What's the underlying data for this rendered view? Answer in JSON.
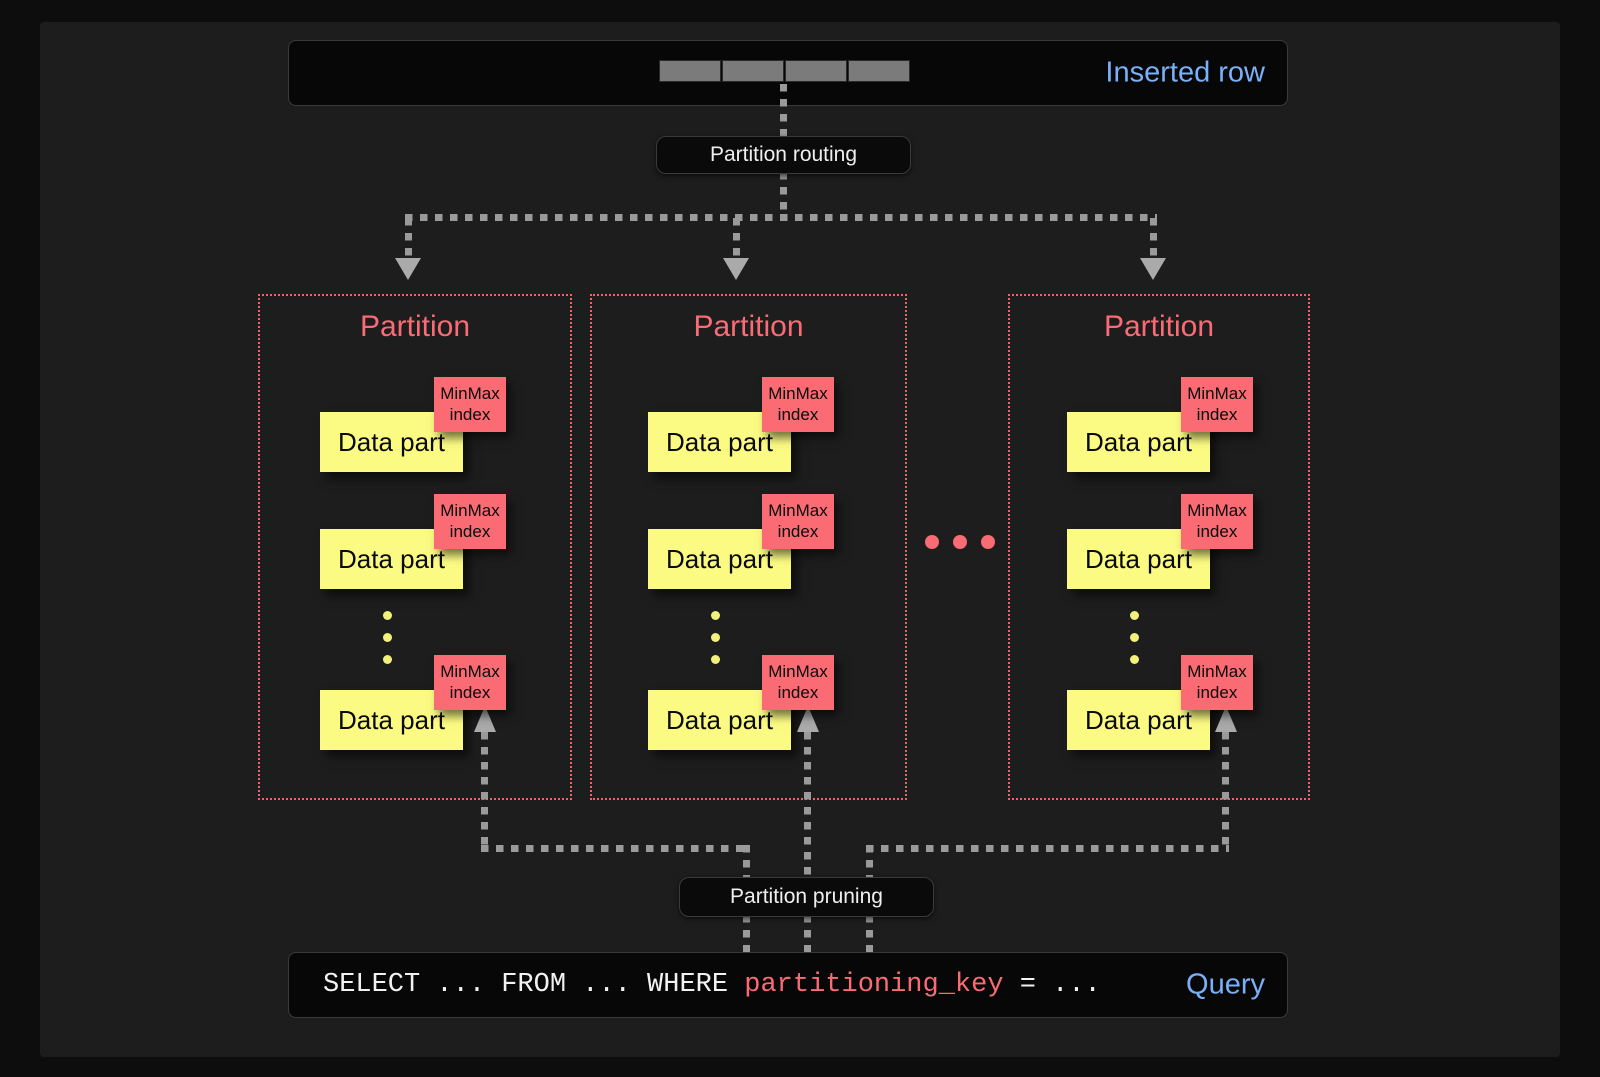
{
  "colors": {
    "background": "#0d0d0d",
    "plate": "#1d1d1d",
    "accent_blue": "#7ab0f7",
    "accent_red": "#fa6b74",
    "data_part_yellow": "#fbfb83",
    "connector_gray": "#9a9a9a"
  },
  "top": {
    "label": "Inserted row",
    "cells": [
      "",
      "",
      "",
      ""
    ]
  },
  "routing": {
    "label": "Partition routing"
  },
  "pruning": {
    "label": "Partition pruning"
  },
  "partitions": [
    {
      "title": "Partition",
      "parts": [
        {
          "label": "Data part",
          "index_line1": "MinMax",
          "index_line2": "index"
        },
        {
          "label": "Data part",
          "index_line1": "MinMax",
          "index_line2": "index"
        },
        {
          "label": "Data part",
          "index_line1": "MinMax",
          "index_line2": "index"
        }
      ]
    },
    {
      "title": "Partition",
      "parts": [
        {
          "label": "Data part",
          "index_line1": "MinMax",
          "index_line2": "index"
        },
        {
          "label": "Data part",
          "index_line1": "MinMax",
          "index_line2": "index"
        },
        {
          "label": "Data part",
          "index_line1": "MinMax",
          "index_line2": "index"
        }
      ]
    },
    {
      "title": "Partition",
      "parts": [
        {
          "label": "Data part",
          "index_line1": "MinMax",
          "index_line2": "index"
        },
        {
          "label": "Data part",
          "index_line1": "MinMax",
          "index_line2": "index"
        },
        {
          "label": "Data part",
          "index_line1": "MinMax",
          "index_line2": "index"
        }
      ]
    }
  ],
  "ellipsis_between_partitions": "• • •",
  "query": {
    "prefix": "SELECT ... FROM ... WHERE ",
    "keyword": "partitioning_key",
    "suffix": " = ...",
    "label": "Query"
  }
}
